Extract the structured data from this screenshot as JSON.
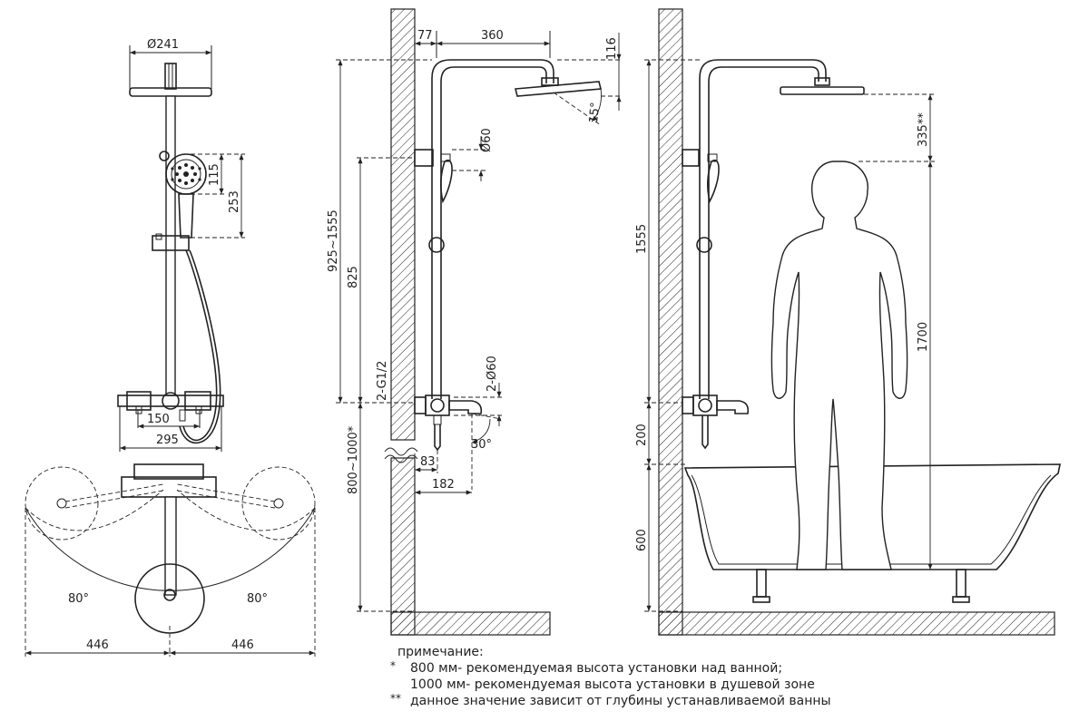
{
  "dimensions": {
    "head_diameter": "Ø241",
    "handset_width": "115",
    "handset_height": "253",
    "mixer_centers": "150",
    "mixer_width": "295",
    "rotation_left": "80°",
    "rotation_right": "80°",
    "reach_left": "446",
    "reach_right": "446",
    "wall_offset": "77",
    "arm_length": "360",
    "head_drop": "116",
    "head_tilt": "15°",
    "upper_holder": "Ø60",
    "height_range": "925~1555",
    "bar_height": "825",
    "inlet_thread": "2-G1/2",
    "inlet_diameter": "2-Ø60",
    "spout_angle": "30°",
    "install_height": "800~1000*",
    "spout_offset": "83",
    "spout_reach": "182",
    "clearance": "335**",
    "shower_height": "1555",
    "person_height": "1700",
    "tub_gap": "200",
    "tub_height": "600"
  },
  "notes": {
    "title": "примечание:",
    "items": [
      {
        "mark": "*",
        "text": "800 мм- рекомендуемая высота установки над ванной;"
      },
      {
        "mark": "",
        "text": "1000 мм- рекомендуемая высота установки в душевой зоне"
      },
      {
        "mark": "**",
        "text": "данное значение зависит от глубины устанавливаемой ванны"
      }
    ]
  }
}
